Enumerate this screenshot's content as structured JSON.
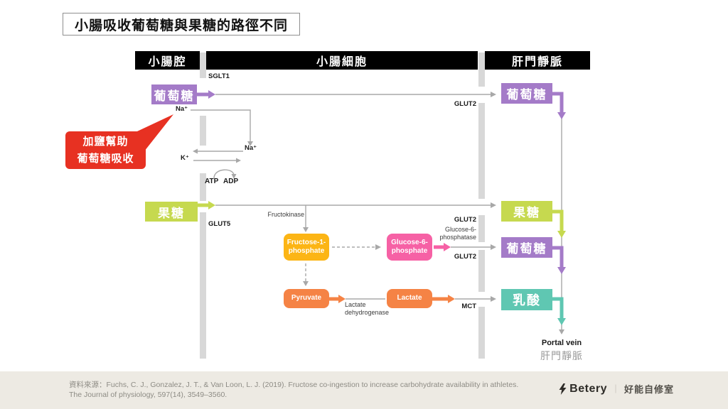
{
  "title": "小腸吸收葡萄糖與果糖的路徑不同",
  "columns": {
    "lumen": "小腸腔",
    "cell": "小腸細胞",
    "portal": "肝門靜脈"
  },
  "callout": {
    "line1": "加鹽幫助",
    "line2": "葡萄糖吸收"
  },
  "lumen": {
    "glucose": "葡萄糖",
    "fructose": "果糖"
  },
  "transporters": {
    "sglt1": "SGLT1",
    "glut2_top": "GLUT2",
    "glut5": "GLUT5",
    "glut2_mid": "GLUT2",
    "glut2_low": "GLUT2",
    "mct": "MCT"
  },
  "ions": {
    "na_top": "Na⁺",
    "na_mid": "Na⁺",
    "k": "K⁺",
    "atp": "ATP",
    "adp": "ADP"
  },
  "enzymes": {
    "fructokinase": "Fructokinase",
    "g6pase_line1": "Glucose-6-",
    "g6pase_line2": "phosphatase",
    "ldh_line1": "Lactate",
    "ldh_line2": "dehydrogenase"
  },
  "metabolites": {
    "f1p_line1": "Fructose-1-",
    "f1p_line2": "phosphate",
    "g6p_line1": "Glucose-6-",
    "g6p_line2": "phosphate",
    "pyruvate": "Pyruvate",
    "lactate": "Lactate"
  },
  "portal": {
    "glucose_top": "葡萄糖",
    "fructose": "果糖",
    "glucose_mid": "葡萄糖",
    "lactate": "乳酸",
    "vein_en": "Portal vein",
    "vein_zh": "肝門靜脈"
  },
  "footer": {
    "source_line1": "資料來源：Fuchs, C. J., Gonzalez, J. T., & Van Loon, L. J. (2019). Fructose co-ingestion to increase carbohydrate availability in athletes.",
    "source_line2": "The Journal of physiology, 597(14), 3549–3560.",
    "logo_name": "Betery",
    "logo_divider": "｜",
    "logo_suffix": "好能自修室"
  },
  "icons": {
    "logo": "lightning-bolt"
  },
  "colors": {
    "purple": "#a47bc8",
    "green": "#c6d94f",
    "teal": "#5fc7b2",
    "yellow": "#fcb515",
    "pink": "#f661a5",
    "orange": "#f58345",
    "red": "#e73122",
    "line_gray": "#a8a8a8",
    "membrane_gray": "#d8d8d8",
    "footer_bg": "#edeae3",
    "footer_text": "#8e8c85"
  }
}
